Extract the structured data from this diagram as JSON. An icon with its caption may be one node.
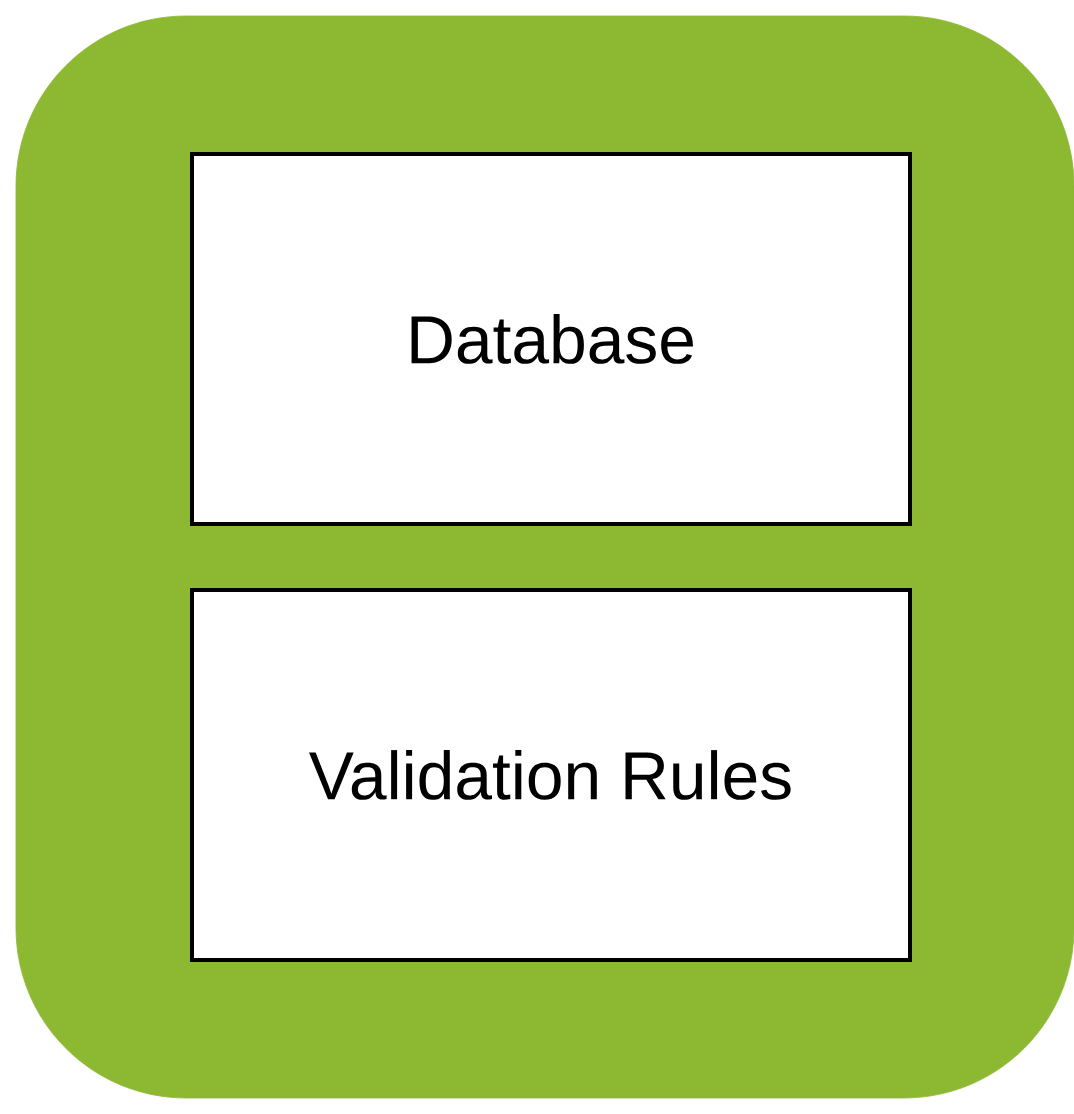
{
  "diagram": {
    "nodes": [
      {
        "text": [],
        "shape": "box"
      },
      {
        "text": [
          "Database"
        ],
        "in": 0
      },
      {
        "text": [
          "Validation Rules"
        ],
        "in": 0
      }
    ]
  }
}
